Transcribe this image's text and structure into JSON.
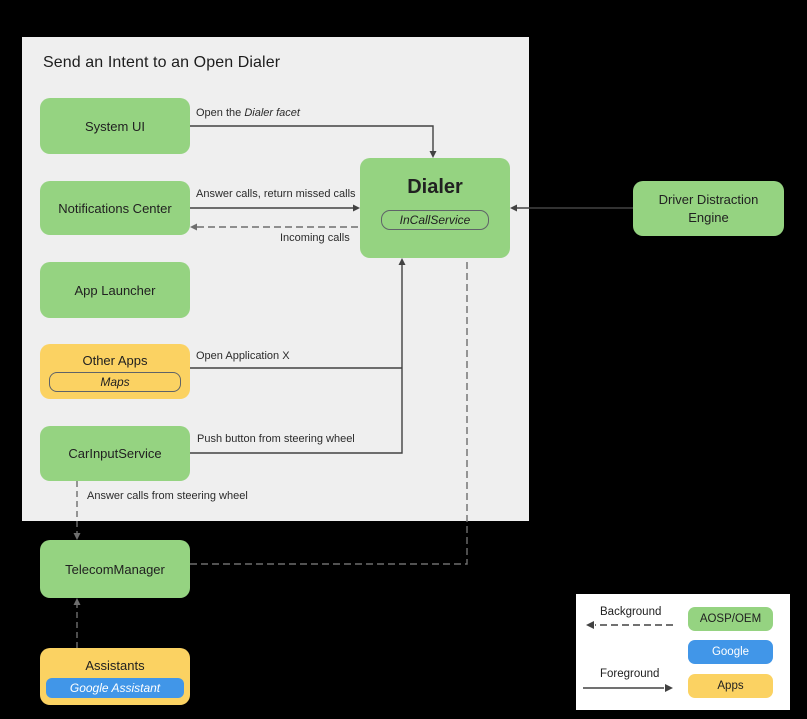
{
  "panel": {
    "title": "Send an Intent to an Open Dialer"
  },
  "nodes": {
    "system_ui": {
      "label": "System UI"
    },
    "notifications_center": {
      "label": "Notifications Center"
    },
    "app_launcher": {
      "label": "App Launcher"
    },
    "other_apps": {
      "label": "Other Apps",
      "sub": "Maps"
    },
    "car_input_service": {
      "label": "CarInputService"
    },
    "dialer": {
      "label": "Dialer",
      "sub": "InCallService"
    },
    "driver_distraction_engine": {
      "label": "Driver Distraction Engine"
    },
    "telecom_manager": {
      "label": "TelecomManager"
    },
    "assistants": {
      "label": "Assistants",
      "sub": "Google Assistant"
    }
  },
  "edge_labels": {
    "open_dialer_prefix": "Open the ",
    "open_dialer_italic": "Dialer facet",
    "answer_return_missed": "Answer calls, return missed calls",
    "incoming_calls": "Incoming calls",
    "open_application_x": "Open Application X",
    "push_button_steering": "Push button from steering wheel",
    "answer_calls_steering": "Answer calls from steering wheel"
  },
  "legend": {
    "background_label": "Background",
    "foreground_label": "Foreground",
    "chips": [
      {
        "label": "AOSP/OEM",
        "color": "#95d381"
      },
      {
        "label": "Google",
        "color": "#4196e8"
      },
      {
        "label": "Apps",
        "color": "#fbd262"
      }
    ]
  },
  "colors": {
    "canvas_background": "#000000",
    "panel_background": "#efefef",
    "aosp_oem_green": "#95d381",
    "google_blue": "#4196e8",
    "apps_yellow": "#fbd262",
    "solid_line": "#424242",
    "dashed_line": "#6e6e6e",
    "text": "#212121"
  }
}
